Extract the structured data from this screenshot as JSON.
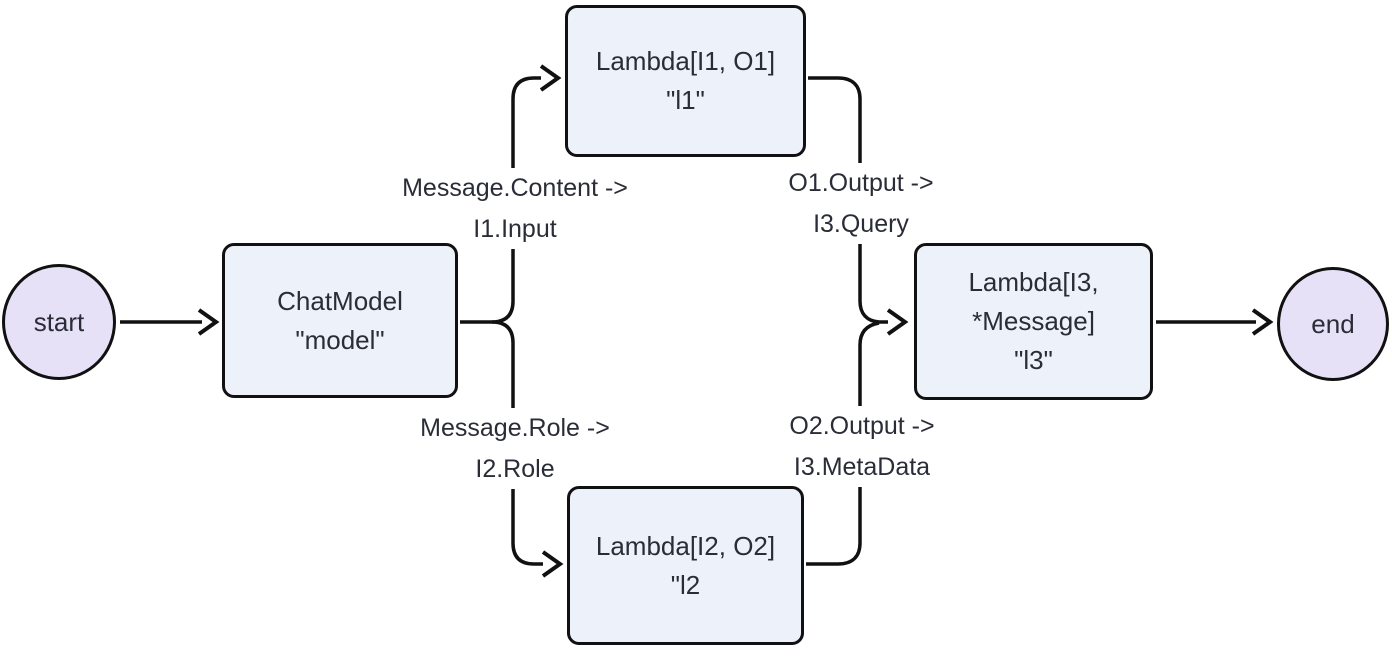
{
  "style": {
    "bg": "#ffffff",
    "stroke": "#111111",
    "node_fill_box": "#edf1fa",
    "node_fill_circle": "#e7e1f7",
    "text_color": "#2a2d37"
  },
  "diagram": {
    "type": "flowchart",
    "direction": "left-to-right",
    "nodes": {
      "start": {
        "label": "start",
        "shape": "circle"
      },
      "chat_model": {
        "label": "ChatModel\n\"model\"",
        "shape": "rounded-box"
      },
      "lambda1": {
        "label": "Lambda[I1, O1]\n\"l1\"",
        "shape": "rounded-box"
      },
      "lambda2": {
        "label": "Lambda[I2, O2]\n\"l2",
        "shape": "rounded-box"
      },
      "lambda3": {
        "label": "Lambda[I3,\n*Message]\n\"l3\"",
        "shape": "rounded-box"
      },
      "end": {
        "label": "end",
        "shape": "circle"
      }
    },
    "edges": [
      {
        "from": "start",
        "to": "chat_model",
        "label": ""
      },
      {
        "from": "chat_model",
        "to": "lambda1",
        "label": "Message.Content ->\nI1.Input"
      },
      {
        "from": "chat_model",
        "to": "lambda2",
        "label": "Message.Role ->\nI2.Role"
      },
      {
        "from": "lambda1",
        "to": "lambda3",
        "label": "O1.Output ->\nI3.Query"
      },
      {
        "from": "lambda2",
        "to": "lambda3",
        "label": "O2.Output ->\nI3.MetaData"
      },
      {
        "from": "lambda3",
        "to": "end",
        "label": ""
      }
    ]
  }
}
